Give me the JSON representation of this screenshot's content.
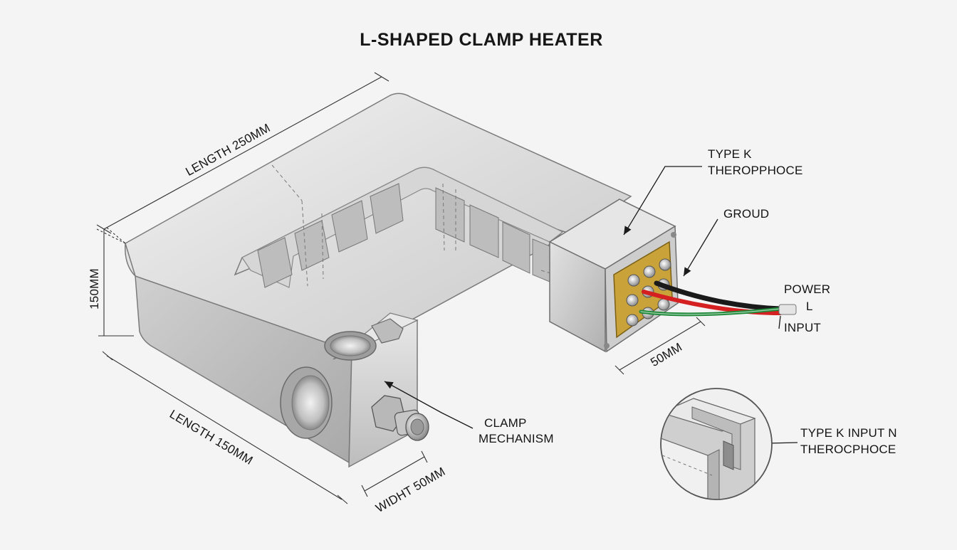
{
  "title": "L-SHAPED CLAMP HEATER",
  "labels": {
    "length_250": "LENGTH 250MM",
    "height_150": "150MM",
    "length_150": "LENGTH 150MM",
    "width_50": "WIDHT 50MM",
    "box_50": "50MM",
    "clamp_1": "CLAMP",
    "clamp_2": "MECHANISM",
    "thermo_1": "TYPE K",
    "thermo_2": "THEROPPHOCE",
    "ground": "GROUD",
    "power_1": "POWER",
    "power_2": "L",
    "power_3": "INPUT",
    "detail_1": "TYPE K INPUT N",
    "detail_2": "THEROCPHOCE"
  },
  "colors": {
    "metal_light": "#ececec",
    "metal_mid": "#c9c9c9",
    "metal_dark": "#9a9a9a",
    "terminal_board": "#c9a23a",
    "wire_red": "#d42020",
    "wire_black": "#1a1a1a",
    "wire_green": "#1f8a3a"
  }
}
